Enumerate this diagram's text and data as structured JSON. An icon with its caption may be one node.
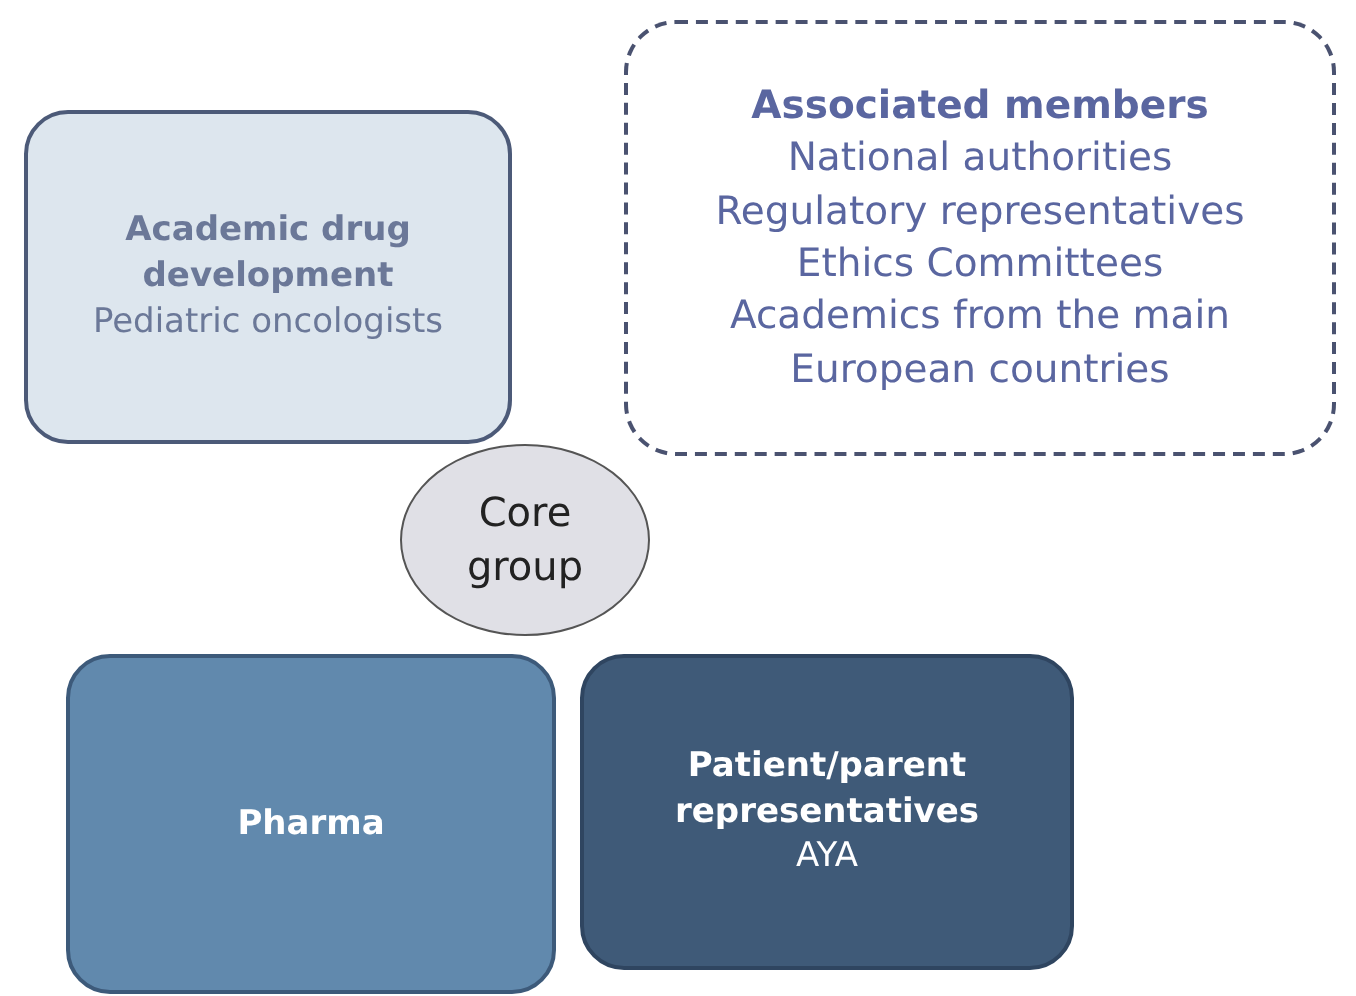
{
  "diagram": {
    "nodes": [
      {
        "text": [
          "Academic drug development",
          "Pediatric oncologists"
        ]
      },
      {
        "text": [
          "Associated members",
          "National authorities",
          "Regulatory representatives",
          "Ethics Committees",
          "Academics from the main European countries"
        ]
      },
      {
        "text": [
          "Core group"
        ]
      },
      {
        "text": [
          "Pharma"
        ]
      },
      {
        "text": [
          "Patient/parent representatives",
          "AYA"
        ]
      }
    ]
  }
}
